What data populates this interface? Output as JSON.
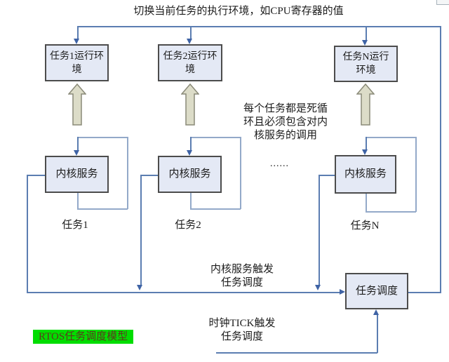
{
  "diagram": {
    "top_note": "切换当前任务的执行环境，如CPU寄存器的值",
    "env_boxes": [
      {
        "lines": [
          "任务1运行环",
          "境"
        ]
      },
      {
        "lines": [
          "任务2运行环",
          "境"
        ]
      },
      {
        "lines": [
          "任务N运行",
          "环境"
        ]
      }
    ],
    "kernel_box_label": "内核服务",
    "task_labels": [
      "任务1",
      "任务2",
      "任务N"
    ],
    "ellipsis": "......",
    "loop_note_lines": [
      "每个任务都是死循",
      "环且必须包含对内",
      "核服务的调用"
    ],
    "scheduler_box_label": "任务调度",
    "kernel_trigger_lines": [
      "内核服务触发",
      "任务调度"
    ],
    "tick_trigger_lines": [
      "时钟TICK触发",
      "任务调度"
    ],
    "caption": "RTOS任务调度模型",
    "colors": {
      "box_fill": "#e4e9f5",
      "box_border": "#4c4c4c",
      "connector_line": "#5b7db1",
      "loop_line": "#93a9c9",
      "arrowhead": "#3f63a5",
      "block_arrow_fill": "#dcdcc8",
      "block_arrow_border": "#8a8a78",
      "caption_bg": "#00dd00",
      "caption_text": "#5b3a1e"
    }
  }
}
